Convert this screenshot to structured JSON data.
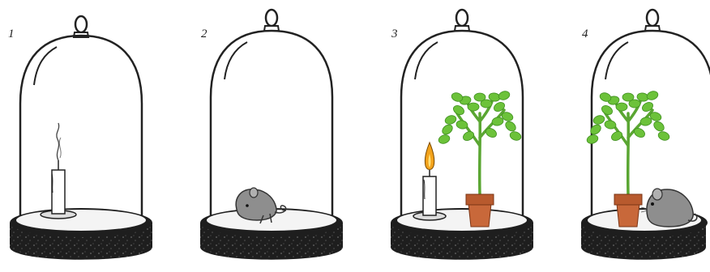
{
  "panels": [
    {
      "label": "1",
      "contents": [
        "extinguished-candle"
      ]
    },
    {
      "label": "2",
      "contents": [
        "mouse-lying"
      ]
    },
    {
      "label": "3",
      "contents": [
        "burning-candle",
        "potted-plant"
      ]
    },
    {
      "label": "4",
      "contents": [
        "potted-plant",
        "mouse-sitting"
      ]
    }
  ],
  "colors": {
    "glass_outline": "#222222",
    "base_dark": "#1e1e1e",
    "base_top": "#f4f4f4",
    "leaf": "#6cc23a",
    "leaf_dark": "#3f8f1f",
    "stem": "#5aa632",
    "pot": "#c8683a",
    "pot_rim": "#b85a2e",
    "flame": "#f2a21b",
    "mouse": "#8e8e8e"
  }
}
